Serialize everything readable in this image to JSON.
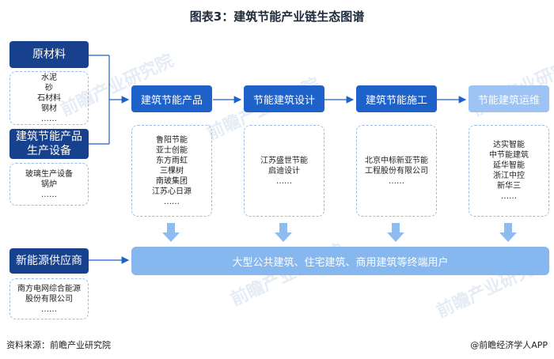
{
  "title": "图表3：建筑节能产业链生态图谱",
  "upstream": {
    "raw_material": {
      "label": "原材料",
      "items": [
        "水泥",
        "砂",
        "石材料",
        "钢材",
        "……"
      ]
    },
    "equipment": {
      "label": "建筑节能产品生产设备",
      "items": [
        "玻璃生产设备",
        "锅炉",
        "……"
      ]
    },
    "energy": {
      "label": "新能源供应商",
      "items": [
        "南方电网综合能源股份有限公司",
        "……"
      ]
    }
  },
  "stages": [
    {
      "label": "建筑节能产品",
      "items": [
        "鲁阳节能",
        "亚士创能",
        "东方雨虹",
        "三棵树",
        "南玻集团",
        "江苏心日源",
        "……"
      ]
    },
    {
      "label": "节能建筑设计",
      "items": [
        "江苏盛世节能",
        "启迪设计",
        "……"
      ]
    },
    {
      "label": "建筑节能施工",
      "items": [
        "北京中标新亚节能工程股份有限公司",
        "……"
      ]
    },
    {
      "label": "节能建筑运维",
      "items": [
        "达实智能",
        "中节能建筑",
        "延华智能",
        "浙江中控",
        "新华三",
        "……"
      ]
    }
  ],
  "end_users": "大型公共建筑、住宅建筑、商用建筑等终端用户",
  "footer": {
    "source": "资料来源：前瞻产业研究院",
    "brand": "@前瞻经济学人APP"
  },
  "watermark": "前瞻产业研究院"
}
